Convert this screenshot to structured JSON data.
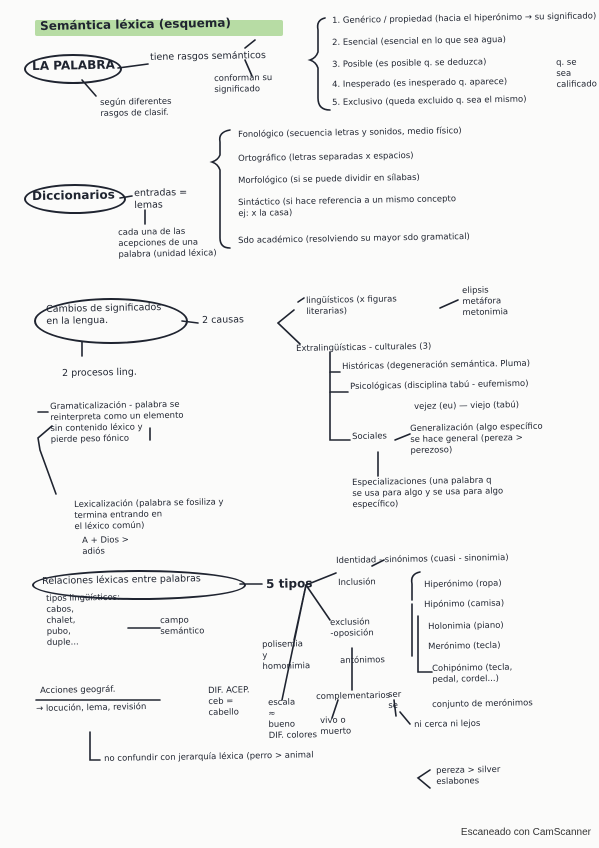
{
  "title": "Semántica léxica (esquema)",
  "block1": {
    "left_node": "LA PALABRA",
    "verb": "tiene rasgos semánticos",
    "sub_verb": "conforman su\nsignificado",
    "below_left": "según diferentes\nrasgos de clasif.",
    "items": [
      "1. Genérico / propiedad (hacia el hiperónimo → su significado)",
      "2. Esencial (esencial en lo que sea agua)",
      "3. Posible (es posible q. se deduzca)",
      "4. Inesperado (es inesperado q. aparece)",
      "5. Exclusivo (queda excluido q. sea el mismo)"
    ],
    "side_note": "q. se\nsea\ncalificado"
  },
  "block2": {
    "left_node": "Diccionarios",
    "entries": "entradas =\nlemas",
    "entries_note": "cada una de las\nacepciones de una\npalabra (unidad léxica)",
    "items": [
      "Fonológico (secuencia letras y sonidos, medio físico)",
      "Ortográfico (letras separadas x espacios)",
      "Morfológico (si se puede dividir en sílabas)",
      "Sintáctico (si hace referencia a un mismo concepto\n    ej: x la casa)",
      "Sdo académico (resolviendo su mayor sdo gramatical)"
    ]
  },
  "block3": {
    "left_node": "Cambios de significados\nen la lengua.",
    "causes": "2 causas",
    "processes": "2 procesos ling.",
    "branch_top": "lingüísticos (x figuras\n literarias)",
    "figures": "elipsis\nmetáfora\nmetonimia",
    "extralinguistic": "Extralingüísticas - culturales (3)",
    "historical": "Históricas (degeneración semántica. Pluma)",
    "psychological": "Psicológicas (disciplina tabú - eufemismo)",
    "psych_ex": "vejez (eu)  — viejo (tabú)",
    "social": "Sociales",
    "generalization": "Generalización (algo específico\nse hace general (pereza >\nperezoso)",
    "specialization": "Especializaciones (una palabra q\nse usa para algo  y se usa para algo\nespecífico)",
    "grammaticalization": "Gramaticalización - palabra se\nreinterpreta como un elemento\nsin contenido léxico y\npierde peso fónico",
    "lexicalization": "Lexicalización (palabra se fosiliza y\ntermina entrando en\nel léxico común)",
    "lex_example": "A + Dios >\nadiós"
  },
  "block4": {
    "left_node": "Relaciones léxicas entre palabras",
    "count": "5 tipos",
    "identity": "Identidad - sinónimos (cuasi - sinonimia)",
    "inclusion": "Inclusión",
    "hiperonimo": "Hiperónimo (ropa)",
    "hiponimo": "Hipónimo (camisa)",
    "holonimo": "Holonimia (piano)",
    "meronimo": "Merónimo (tecla)",
    "cohiponimo": "Cohipónimo (tecla,\npedal, cordel...)",
    "conjunto": "conjunto de merónimos",
    "exclusion": "exclusión\n-oposición",
    "antonimos": "antónimos",
    "polisemia": "polisemia\ny\nhomonimia",
    "complementarios": "complementarios",
    "complement_ex": "vivo o\nmuerto",
    "ser": "ser\nse",
    "ni_cerca": "ni cerca ni lejos",
    "escala": "escala\n≈\nbueno\nDIF. colores",
    "dif_acep": "DIF. ACEP.\nceb =\ncabello",
    "rasgos": "tipos lingüísticos:\ncabos,\nchalet,\npubo,\n  duple...",
    "campo": "campo\nsemántico",
    "acciones": "Acciones geográf.",
    "arrow_ex": "→ locución, lema, revisión",
    "bottom": "no confundir con jerarquía léxica (perro > animal",
    "bottom_right": "pereza > silver\neslabones"
  },
  "scanner": "Escaneado con CamScanner"
}
